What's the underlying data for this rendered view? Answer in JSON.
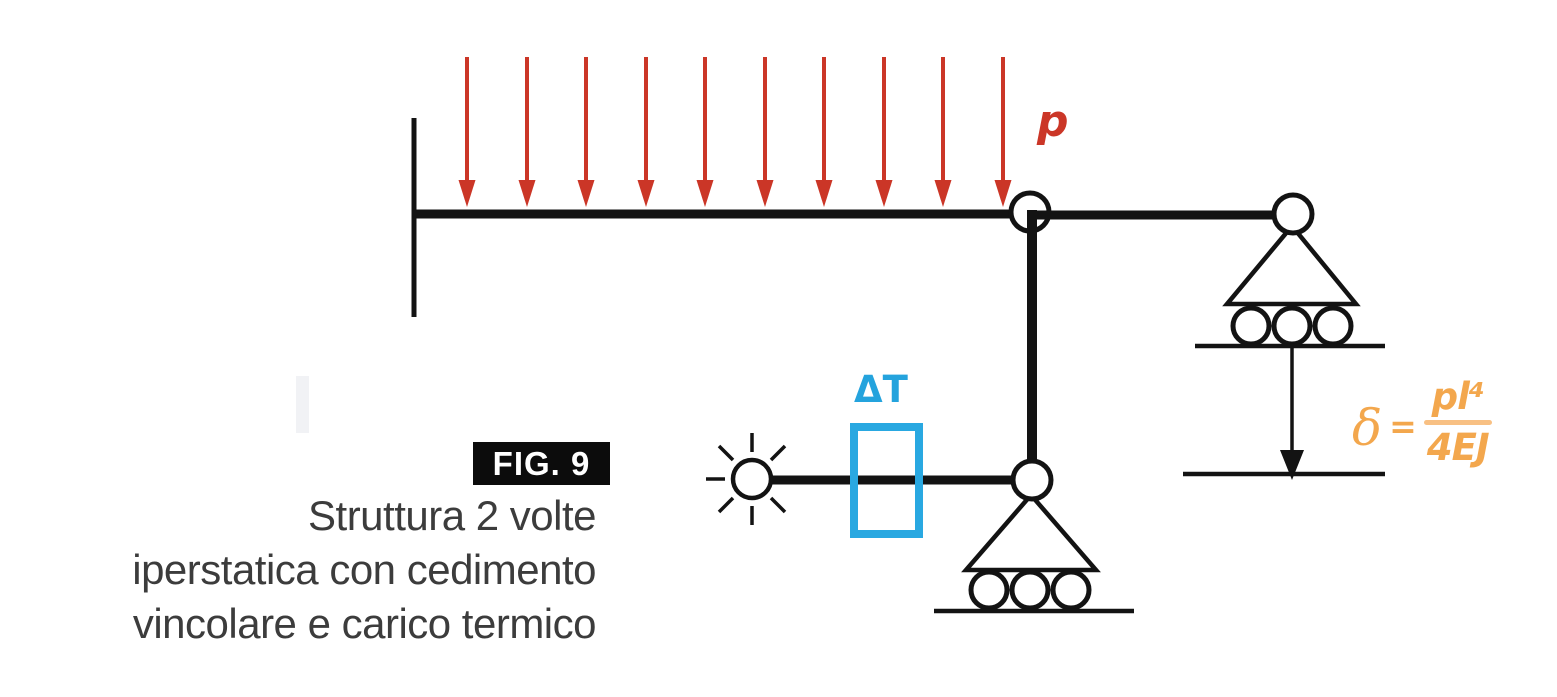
{
  "figure": {
    "tag": "FIG. 9",
    "caption_lines": [
      "Struttura 2 volte",
      "iperstatica con cedimento",
      "vincolare e carico termico"
    ]
  },
  "diagram": {
    "distributed_load": {
      "label": "p",
      "arrow_count": 10,
      "color": "#cb3627"
    },
    "thermal_load": {
      "label": "ΔT",
      "color": "#24a3dd"
    },
    "settlement_formula": {
      "delta": "δ",
      "equals": "=",
      "numerator": "pl⁴",
      "denominator": "4EJ",
      "color": "#f3a74d"
    },
    "structure_color": "#131313",
    "symbols": [
      "fixed-wall-support-icon",
      "hinge-icon",
      "roller-support-icon",
      "sun-hinge-support-icon",
      "settlement-arrow-icon",
      "thermal-load-box-icon"
    ]
  }
}
